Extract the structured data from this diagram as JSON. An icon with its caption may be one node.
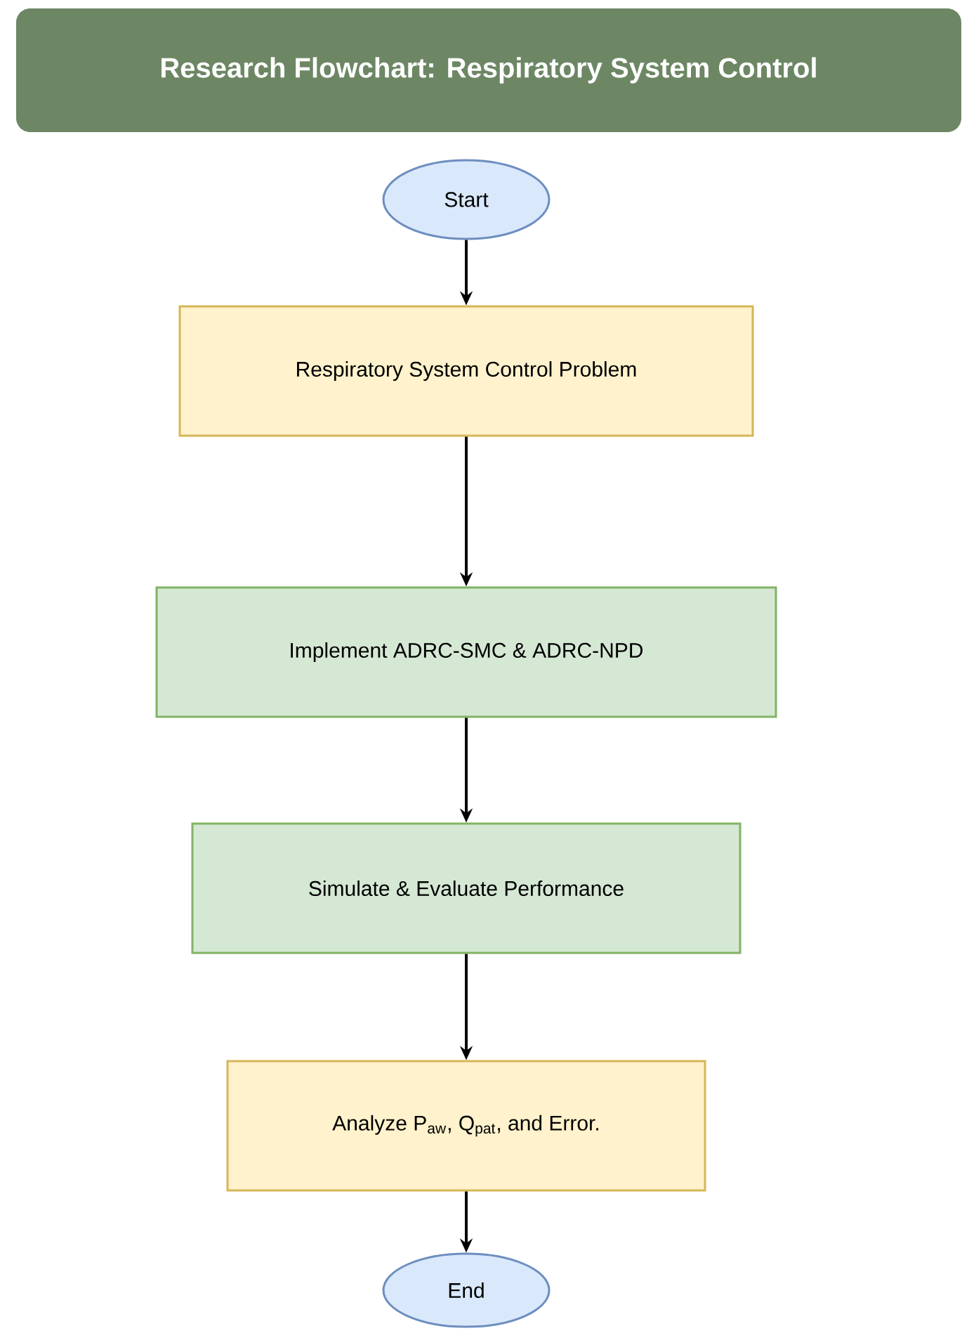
{
  "diagram": {
    "title": "Research Flowchart: Respiratory System Control",
    "nodes": [
      {
        "text": [
          "Start"
        ]
      },
      {
        "text": [
          "Respiratory System Control Problem"
        ]
      },
      {
        "text": [
          "Implement ADRC-SMC & ADRC-NPD"
        ]
      },
      {
        "text": [
          "Simulate & Evaluate Performance"
        ]
      },
      {
        "text": [
          "Analyze P$_{aw}$, Q$_{pat}$, and Error."
        ]
      },
      {
        "text": [
          "End"
        ]
      }
    ],
    "edges": [
      {
        "from": 0,
        "to": 1,
        "arrow": "to"
      },
      {
        "from": 1,
        "to": 2,
        "arrow": "to"
      },
      {
        "from": 2,
        "to": 3,
        "arrow": "to"
      },
      {
        "from": 3,
        "to": 4,
        "arrow": "to"
      },
      {
        "from": 4,
        "to": 5,
        "arrow": "to"
      }
    ]
  }
}
